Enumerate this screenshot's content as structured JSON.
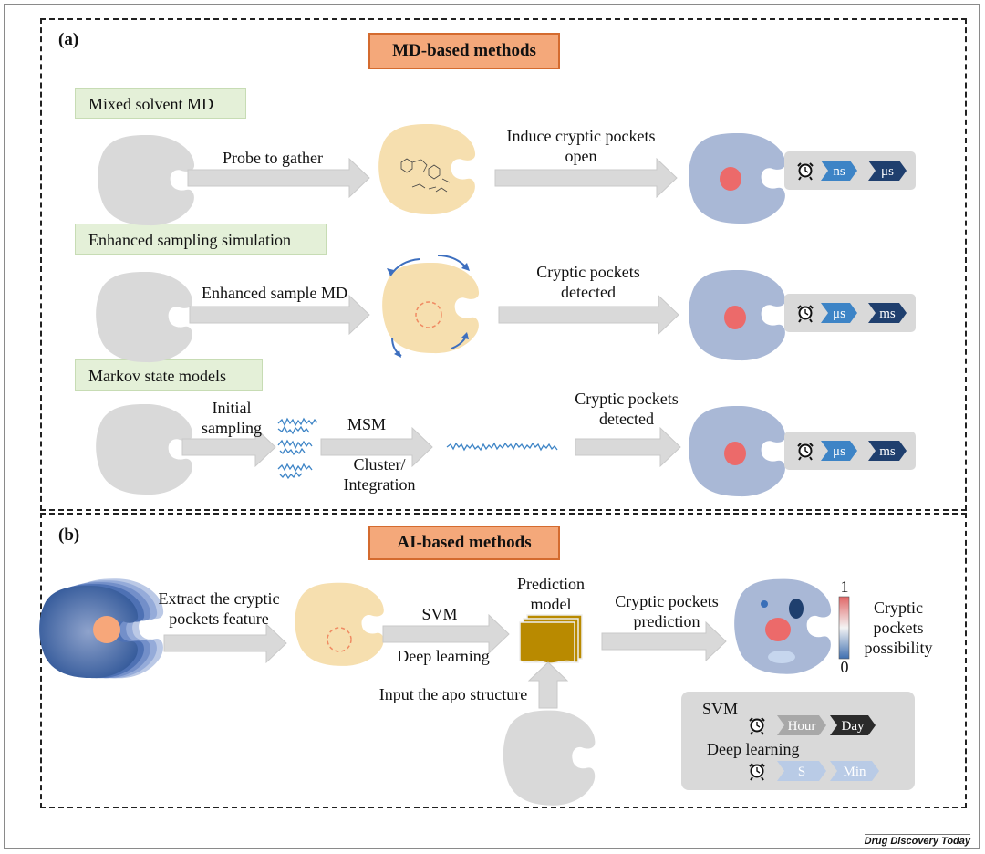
{
  "footer": "Drug Discovery Today",
  "panel_a": {
    "label": "(a)",
    "title": "MD-based methods",
    "rows": [
      {
        "name": "Mixed solvent MD",
        "step1": "Probe to gather",
        "step2": "Induce cryptic pockets open",
        "times": [
          "ns",
          "μs"
        ]
      },
      {
        "name": "Enhanced sampling simulation",
        "step1": "Enhanced sample MD",
        "step2": "Cryptic pockets detected",
        "times": [
          "μs",
          "ms"
        ]
      },
      {
        "name": "Markov state models",
        "step1": "Initial sampling",
        "step_mid_top": "MSM",
        "step_mid_bottom": "Cluster/ Integration",
        "step2": "Cryptic pockets detected",
        "times": [
          "μs",
          "ms"
        ]
      }
    ]
  },
  "panel_b": {
    "label": "(b)",
    "title": "AI-based methods",
    "extract": "Extract the cryptic pockets feature",
    "svm": "SVM",
    "deep": "Deep learning",
    "model": "Prediction model",
    "apo": "Input the apo structure",
    "prediction": "Cryptic pockets prediction",
    "colorbar": {
      "max": "1",
      "min": "0",
      "label": "Cryptic pockets possibility"
    },
    "timing": {
      "svm_label": "SVM",
      "svm_times": [
        "Hour",
        "Day"
      ],
      "dl_label": "Deep learning",
      "dl_times": [
        "S",
        "Min"
      ]
    }
  },
  "colors": {
    "protein_gray": "#d9d9d9",
    "protein_beige": "#f6dfaf",
    "protein_blue": "#a9b8d6",
    "pocket_red": "#ec6a6a",
    "header_orange": "#f4a87a",
    "chevron_light": "#3d84c6",
    "chevron_dark": "#1f3f6e"
  }
}
